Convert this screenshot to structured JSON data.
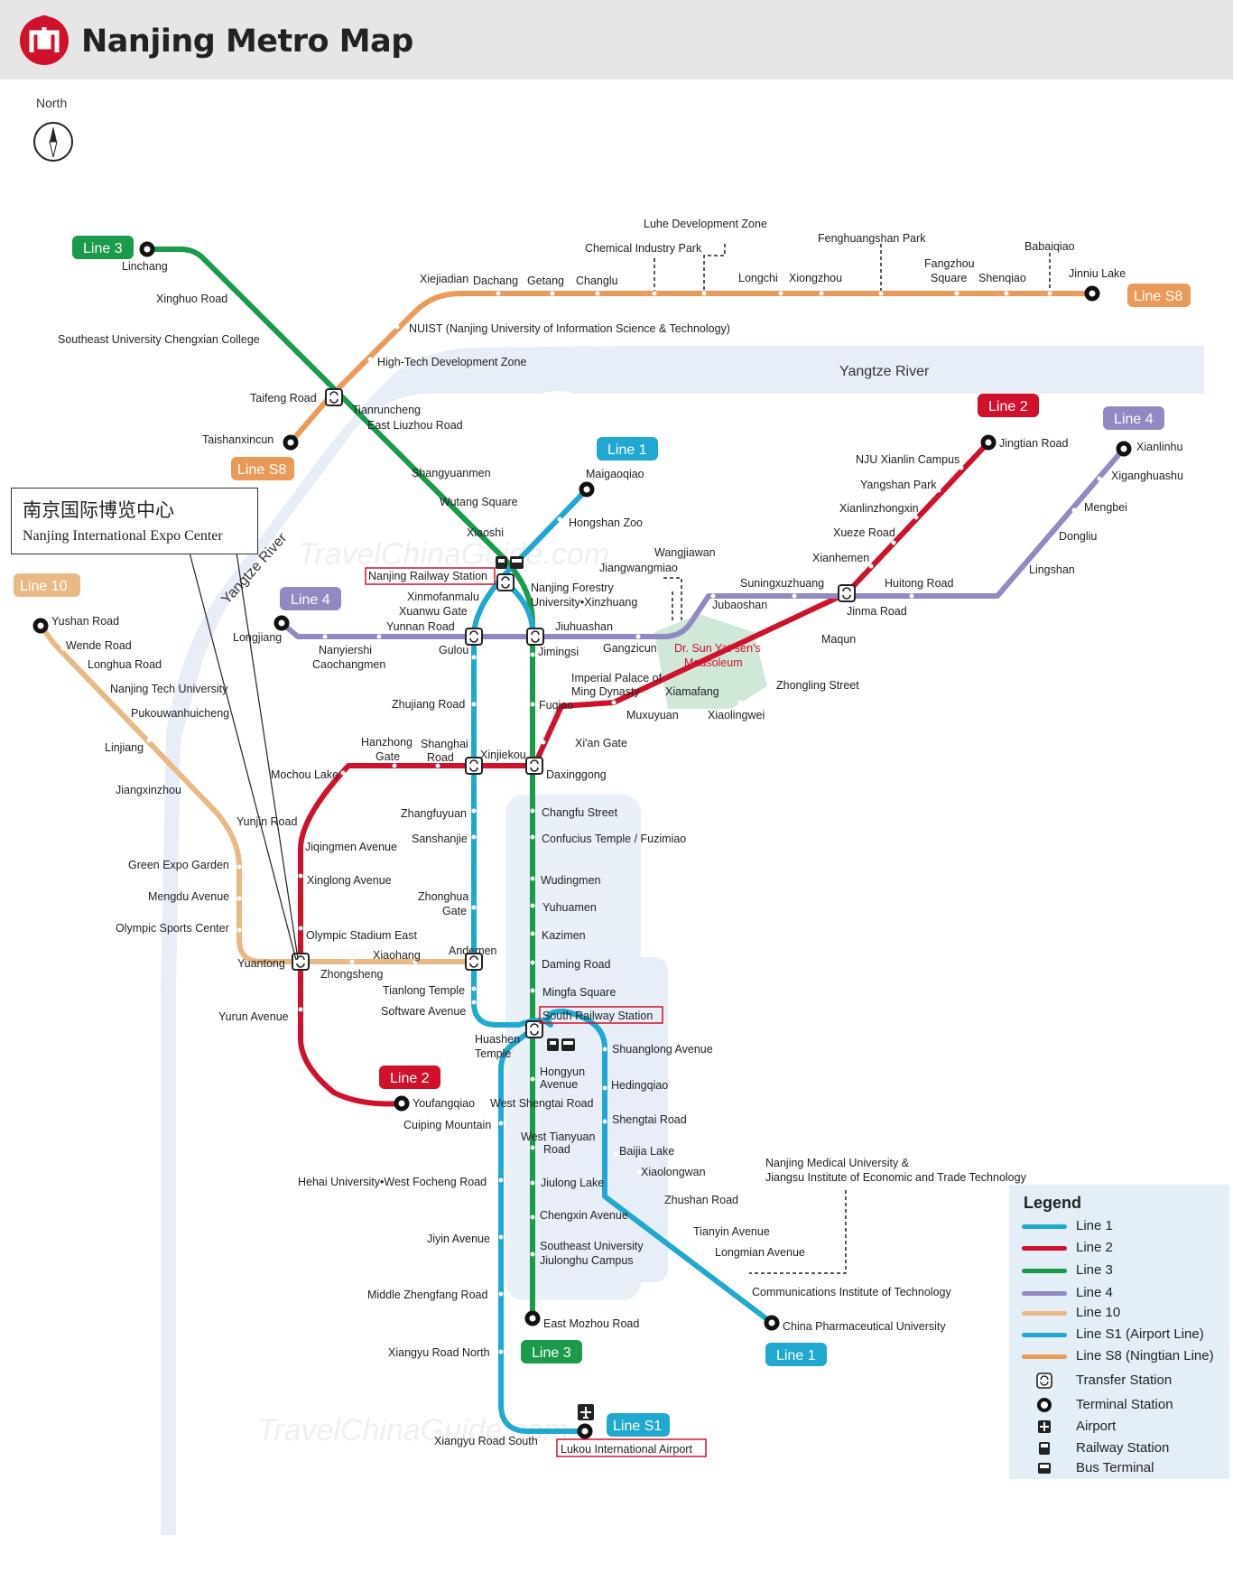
{
  "header": {
    "title": "Nanjing Metro Map"
  },
  "north_label": "North",
  "colors": {
    "line1": "#21a8d0",
    "line2": "#d0112b",
    "line3": "#1a9a4a",
    "line4": "#9189c2",
    "line10": "#e9b985",
    "lineS1": "#21a8d0",
    "lineS8": "#ea9a58",
    "river": "#e7eef7"
  },
  "badges": {
    "line3_top": "Line 3",
    "lineS8_right": "Line S8",
    "lineS8_left": "Line S8",
    "line1_top": "Line 1",
    "line2_top": "Line 2",
    "line4_right": "Line 4",
    "line4_left": "Line 4",
    "line10": "Line 10",
    "line2_bottom": "Line 2",
    "line3_bottom": "Line 3",
    "line1_bottom": "Line 1",
    "lineS1": "Line S1"
  },
  "river": {
    "name": "Yangtze River",
    "diagonal": "Yangtze River"
  },
  "expo": {
    "cn": "南京国际博览中心",
    "en": "Nanjing International Expo Center"
  },
  "highlights": {
    "railway": "Nanjing Railway Station",
    "south": "South Railway Station",
    "airport": "Lukou International Airport"
  },
  "mausoleum": {
    "line1": "Dr. Sun Yat-sen's",
    "line2": "Mausoleum"
  },
  "watermark": "TravelChinaGuide.com",
  "stations": {
    "linchang": "Linchang",
    "xinghuo": "Xinghuo Road",
    "seu_cx": "Southeast University Chengxian College",
    "taifeng": "Taifeng Road",
    "tianrun": "Tianruncheng",
    "liuzhou": "East Liuzhou Road",
    "shangyuan": "Shangyuanmen",
    "wutang": "Wutang Square",
    "xiaoshi": "Xiaoshi",
    "taishan": "Taishanxincun",
    "hitech": "High-Tech Development Zone",
    "nuist": "NUIST (Nanjing University of Information Science & Technology)",
    "xiejia": "Xiejiadian",
    "dachang": "Dachang",
    "getang": "Getang",
    "changlu": "Changlu",
    "chem": "Chemical Industry Park",
    "luhe": "Luhe Development Zone",
    "longchi": "Longchi",
    "xiongzhou": "Xiongzhou",
    "fenghuang": "Fenghuangshan Park",
    "fangzhou1": "Fangzhou",
    "fangzhou2": "Square",
    "shenqiao": "Shenqiao",
    "babai": "Babaiqiao",
    "jinniu": "Jinniu Lake",
    "maigao": "Maigaoqiao",
    "hongshan": "Hongshan Zoo",
    "wangjia": "Wangjiawan",
    "jiangwang": "Jiangwangmiao",
    "forestry1": "Nanjing Forestry",
    "forestry2": "University•Xinzhuang",
    "xinmo": "Xinmofanmalu",
    "xuanwu": "Xuanwu Gate",
    "yunnan": "Yunnan Road",
    "gulou": "Gulou",
    "jiuhua": "Jiuhuashan",
    "jimingsi": "Jimingsi",
    "gangzicun": "Gangzicun",
    "longjiang": "Longjiang",
    "nanyi1": "Nanyiershi",
    "nanyi2": "Caochangmen",
    "zhujiang": "Zhujiang Road",
    "fuqiao": "Fuqiao",
    "imp1": "Imperial Palace of",
    "imp2": "Ming Dynasty",
    "xiamafang": "Xiamafang",
    "muxu": "Muxuyuan",
    "xiaoling": "Xiaolingwei",
    "zhongling": "Zhongling Street",
    "maqun": "Maqun",
    "jinma": "Jinma Road",
    "huitong": "Huitong Road",
    "suning": "Suningxuzhuang",
    "jubao": "Jubaoshan",
    "xianhe": "Xianhemen",
    "xueze": "Xueze Road",
    "xianlin": "Xianlinzhongxin",
    "yangshan": "Yangshan Park",
    "nju": "NJU Xianlin Campus",
    "jingtian": "Jingtian Road",
    "lingshan": "Lingshan",
    "dongliu": "Dongliu",
    "mengbei": "Mengbei",
    "xigang": "Xiganghuashu",
    "xianlinhu": "Xianlinhu",
    "yushan": "Yushan Road",
    "wende": "Wende Road",
    "longhua": "Longhua Road",
    "njtech": "Nanjing Tech University",
    "pukou": "Pukouwanhuicheng",
    "linjiang": "Linjiang",
    "jiangxin": "Jiangxinzhou",
    "greenexpo": "Green Expo Garden",
    "mengdu": "Mengdu Avenue",
    "olympic": "Olympic Sports Center",
    "yuantong": "Yuantong",
    "hanzhong1": "Hanzhong",
    "hanzhong2": "Gate",
    "shanghai1": "Shanghai",
    "shanghai2": "Road",
    "xinjiekou": "Xinjiekou",
    "daxing": "Daxinggong",
    "xian": "Xi'an Gate",
    "mochou": "Mochou Lake",
    "yunjin": "Yunjin Road",
    "jiqing": "Jiqingmen Avenue",
    "xinglong": "Xinglong Avenue",
    "olyeast": "Olympic Stadium East",
    "xiaohang": "Xiaohang",
    "zhongsheng": "Zhongsheng",
    "yurun": "Yurun Avenue",
    "youfang": "Youfangqiao",
    "zhangfu": "Zhangfuyuan",
    "sanshan": "Sanshanjie",
    "zhonghua1": "Zhonghua",
    "zhonghua2": "Gate",
    "andemen": "Andemen",
    "tianlong": "Tianlong Temple",
    "software": "Software Avenue",
    "changfu": "Changfu Street",
    "confucius": "Confucius Temple / Fuzimiao",
    "wuding": "Wudingmen",
    "yuhua": "Yuhuamen",
    "kazi": "Kazimen",
    "daming": "Daming Road",
    "mingfa": "Mingfa Square",
    "huashen1": "Huashen",
    "huashen2": "Temple",
    "hongyun1": "Hongyun",
    "hongyun2": "Avenue",
    "wshengtai": "West Shengtai Road",
    "cuiping": "Cuiping Mountain",
    "wtianyuan1": "West Tianyuan",
    "wtianyuan2": "Road",
    "hehai": "Hehai University•West Focheng Road",
    "jiulong": "Jiulong Lake",
    "jiyin": "Jiyin Avenue",
    "chengxin": "Chengxin Avenue",
    "seujl1": "Southeast University",
    "seujl2": "Jiulonghu Campus",
    "zhengfang": "Middle Zhengfang Road",
    "emozhou": "East Mozhou Road",
    "xyn": "Xiangyu Road North",
    "xys": "Xiangyu Road South",
    "shuanglong": "Shuanglong Avenue",
    "hedingqiao": "Hedingqiao",
    "shengtai": "Shengtai Road",
    "baijia": "Baijia Lake",
    "xiaolong": "Xiaolongwan",
    "zhushan": "Zhushan Road",
    "tianyin": "Tianyin Avenue",
    "longmian": "Longmian Avenue",
    "njmu1": "Nanjing Medical University &",
    "njmu2": "Jiangsu Institute of Economic and Trade Technology",
    "cit": "Communications Institute of Technology",
    "cpu": "China Pharmaceutical University"
  },
  "legend": {
    "title": "Legend",
    "items": [
      {
        "label": "Line 1",
        "kind": "line",
        "color": "#21a8d0"
      },
      {
        "label": "Line 2",
        "kind": "line",
        "color": "#d0112b"
      },
      {
        "label": "Line 3",
        "kind": "line",
        "color": "#1a9a4a"
      },
      {
        "label": "Line 4",
        "kind": "line",
        "color": "#9189c2"
      },
      {
        "label": "Line 10",
        "kind": "line",
        "color": "#e9b985"
      },
      {
        "label": "Line S1 (Airport Line)",
        "kind": "line",
        "color": "#21a8d0"
      },
      {
        "label": "Line S8 (Ningtian Line)",
        "kind": "line",
        "color": "#ea9a58"
      },
      {
        "label": "Transfer Station",
        "kind": "transfer-icon"
      },
      {
        "label": "Terminal Station",
        "kind": "terminal-icon"
      },
      {
        "label": "Airport",
        "kind": "airport-icon"
      },
      {
        "label": "Railway Station",
        "kind": "railway-icon"
      },
      {
        "label": "Bus Terminal",
        "kind": "bus-icon"
      }
    ]
  }
}
